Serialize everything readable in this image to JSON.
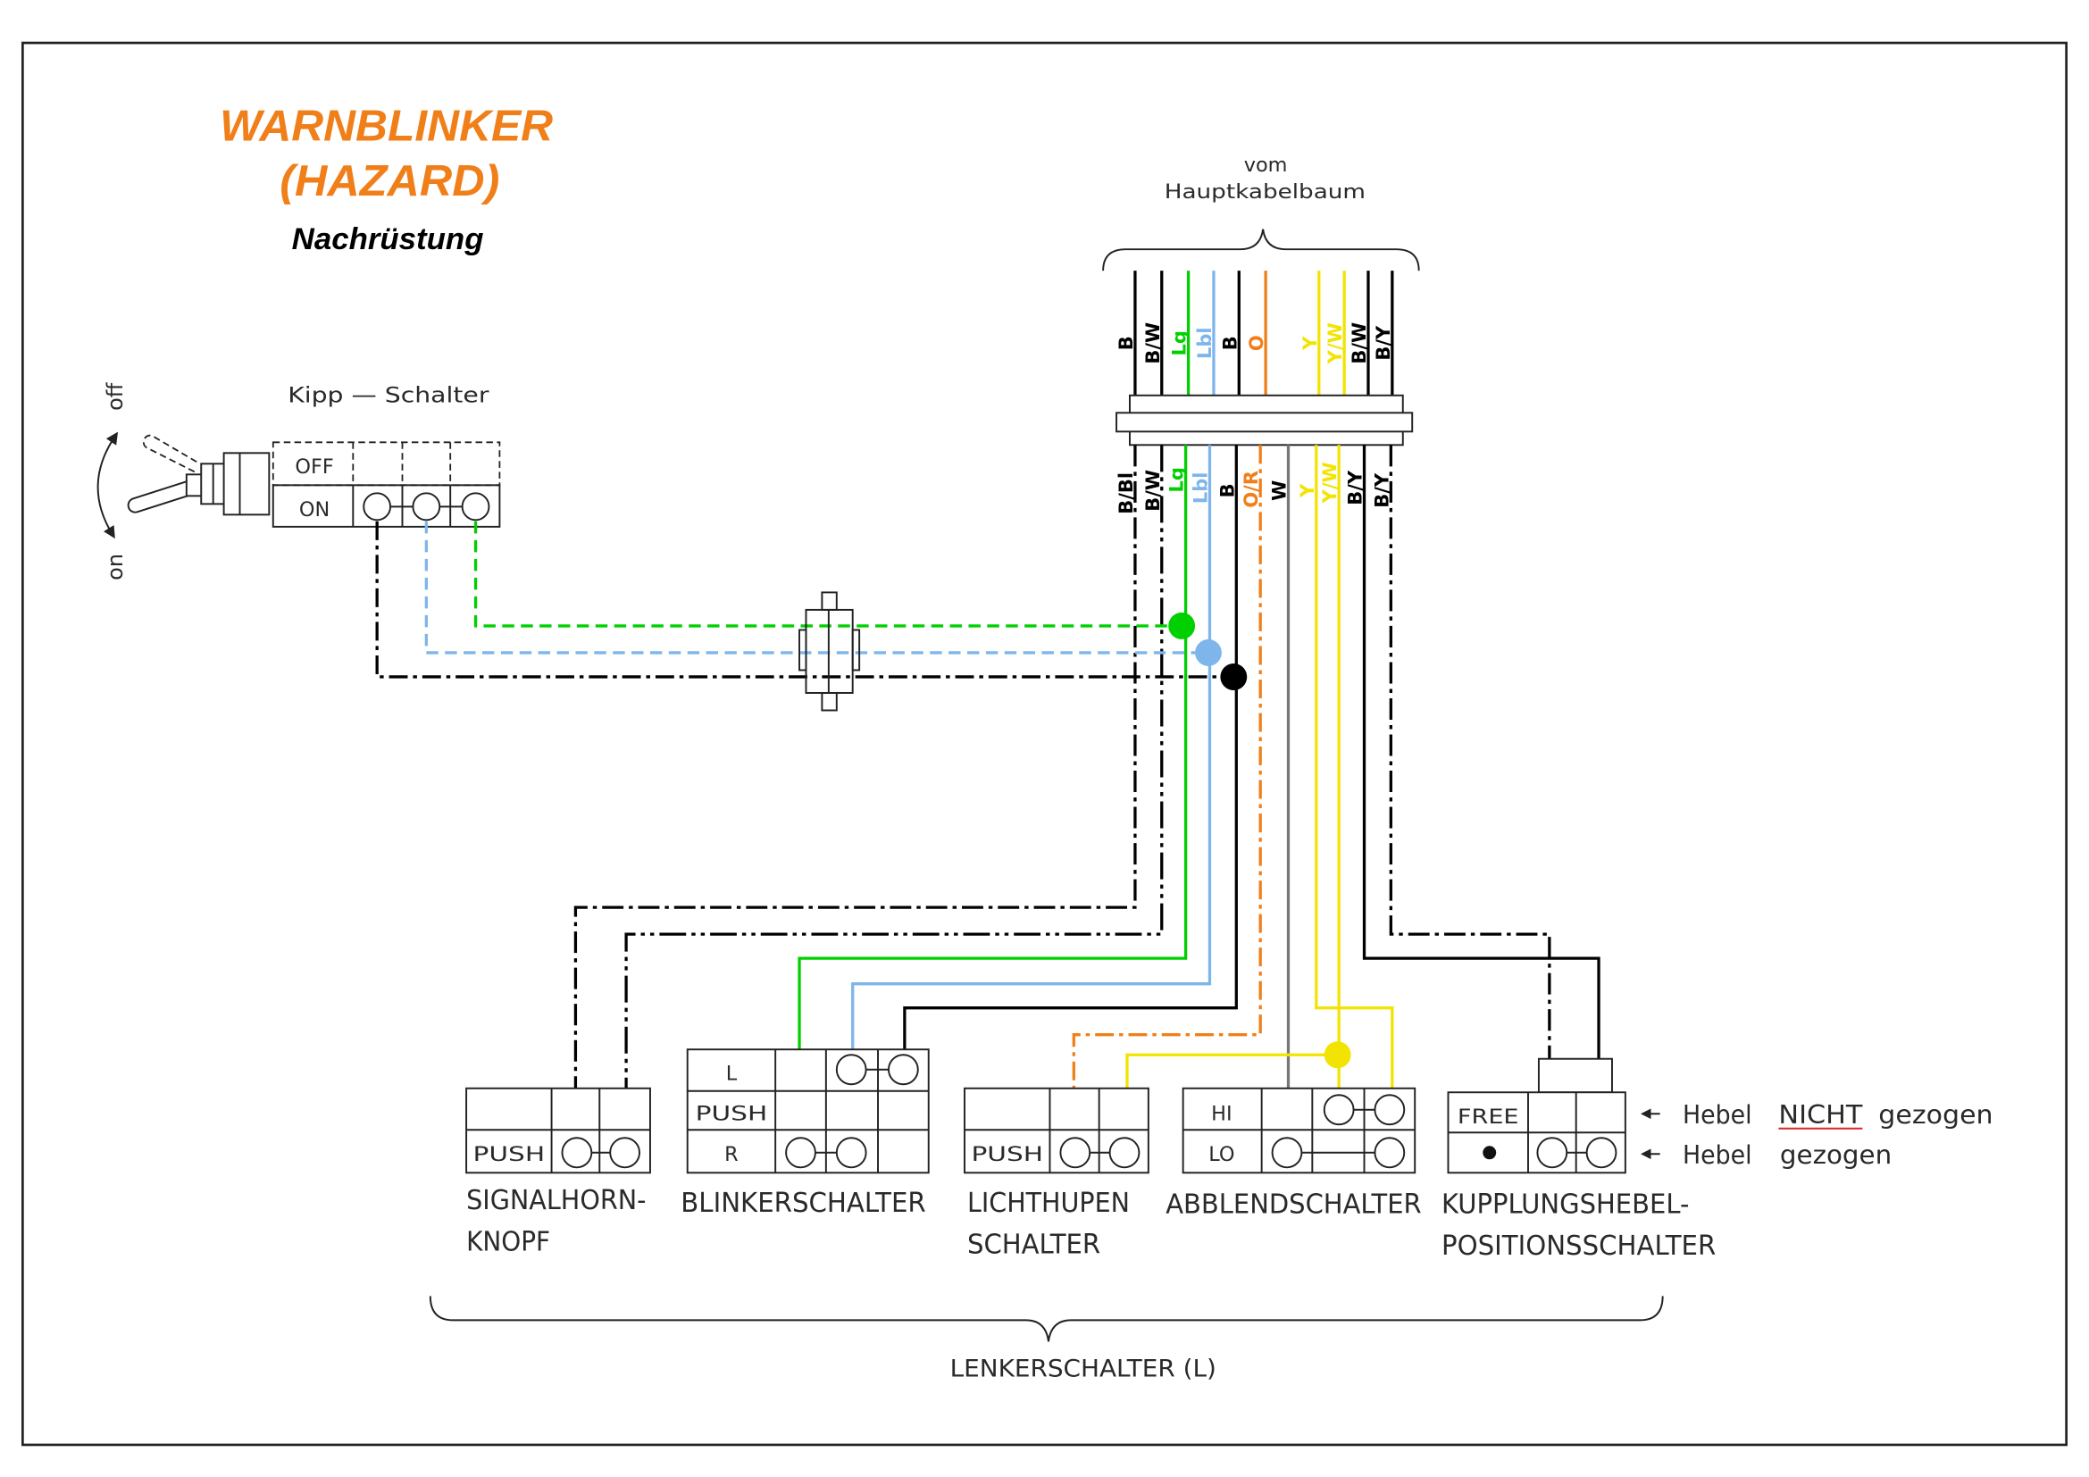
{
  "title": {
    "line1": "WARNBLINKER",
    "line2": "(HAZARD)",
    "subtitle": "Nachrüstung"
  },
  "main_harness": {
    "line1": "vom",
    "line2": "Hauptkabelbaum"
  },
  "toggle_switch": {
    "label": "Kipp — Schalter",
    "position_off": "off",
    "position_on": "on",
    "row_off": "OFF",
    "row_on": "ON"
  },
  "harness_wires_upper": [
    {
      "label": "B",
      "color": "#000000"
    },
    {
      "label": "B/W",
      "color": "#000000"
    },
    {
      "label": "Lg",
      "color": "#00d000"
    },
    {
      "label": "Lbl",
      "color": "#7eb6ec"
    },
    {
      "label": "B",
      "color": "#000000"
    },
    {
      "label": "O",
      "color": "#f07f1a"
    },
    {
      "label": "Y",
      "color": "#f2e400"
    },
    {
      "label": "Y/W",
      "color": "#f2e400"
    },
    {
      "label": "B/W",
      "color": "#000000"
    },
    {
      "label": "B/Y",
      "color": "#000000"
    }
  ],
  "harness_wires_lower": [
    {
      "label": "B/Bl",
      "color": "#000000"
    },
    {
      "label": "B/W",
      "color": "#000000"
    },
    {
      "label": "Lg",
      "color": "#00d000"
    },
    {
      "label": "Lbl",
      "color": "#7eb6ec"
    },
    {
      "label": "B",
      "color": "#000000"
    },
    {
      "label": "O/R",
      "color": "#f07f1a"
    },
    {
      "label": "W",
      "color": "#000000"
    },
    {
      "label": "Y",
      "color": "#f2e400"
    },
    {
      "label": "Y/W",
      "color": "#f2e400"
    },
    {
      "label": "B/Y",
      "color": "#000000"
    },
    {
      "label": "B/Y",
      "color": "#000000"
    }
  ],
  "handlebar_switches": {
    "horn": {
      "name_line1": "SIGNALHORN-",
      "name_line2": "KNOPF",
      "row2": "PUSH"
    },
    "turn": {
      "name_line1": "BLINKERSCHALTER",
      "row1": "L",
      "row2": "PUSH",
      "row3": "R"
    },
    "passing": {
      "name_line1": "LICHTHUPEN",
      "name_line2": "SCHALTER",
      "row2": "PUSH"
    },
    "dimmer": {
      "name_line1": "ABBLENDSCHALTER",
      "row1": "HI",
      "row2": "LO"
    },
    "clutch": {
      "name_line1": "KUPPLUNGSHEBEL-",
      "name_line2": "POSITIONSSCHALTER",
      "row1": "FREE"
    }
  },
  "clutch_legend": {
    "row1": {
      "word1": "Hebel",
      "emphasis": "NICHT",
      "word2": "gezogen"
    },
    "row2": {
      "word1": "Hebel",
      "word2": "gezogen"
    }
  },
  "group_label": "LENKERSCHALTER (L)",
  "colors": {
    "title": "#f07f1a",
    "emphasis": "#d62828",
    "green": "#00d000",
    "light_blue": "#7eb6ec",
    "orange": "#f07f1a",
    "yellow": "#f2e400",
    "black": "#000000",
    "white_wire": "#777777"
  }
}
